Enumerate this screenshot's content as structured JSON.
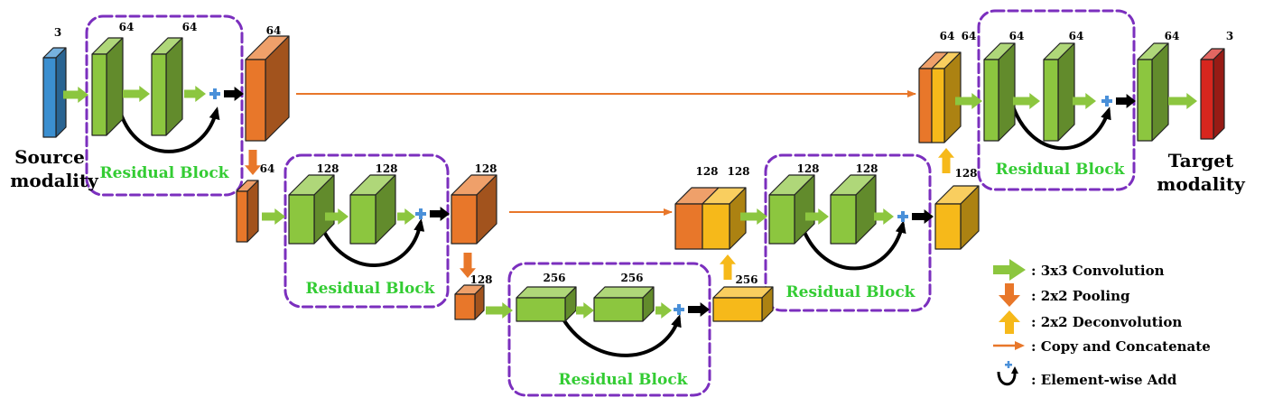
{
  "labels": {
    "source_line1": "Source",
    "source_line2": "modality",
    "target_line1": "Target",
    "target_line2": "modality",
    "residual_block": "Residual Block"
  },
  "channels": {
    "input": "3",
    "enc1_conv_a": "64",
    "enc1_conv_b": "64",
    "enc1_out": "64",
    "enc2_in": "64",
    "enc2_conv_a": "128",
    "enc2_conv_b": "128",
    "enc2_out": "128",
    "bott_in": "128",
    "bott_conv_a": "256",
    "bott_conv_b": "256",
    "bott_up": "256",
    "dec2_cat_a": "128",
    "dec2_cat_b": "128",
    "dec2_conv_a": "128",
    "dec2_conv_b": "128",
    "dec2_out": "128",
    "dec1_cat_a": "64",
    "dec1_cat_b": "64",
    "dec1_conv_a": "64",
    "dec1_conv_b": "64",
    "dec1_final": "64",
    "output": "3"
  },
  "legend": {
    "conv": ": 3x3 Convolution",
    "pool": ": 2x2 Pooling",
    "deconv": ": 2x2 Deconvolution",
    "copy": ": Copy and Concatenate",
    "add": ": Element-wise Add"
  },
  "colors": {
    "input": "#3b8fd0",
    "conv": "#8cc63f",
    "encoder": "#e8772a",
    "decoder": "#f6b91a",
    "output": "#d7261e",
    "residual_border": "#7b2fbe",
    "residual_label": "#33cc33",
    "pool_arrow": "#e8772a",
    "deconv_arrow": "#f6b91a",
    "copy_line": "#e8772a",
    "plus": "#4a90d9"
  }
}
